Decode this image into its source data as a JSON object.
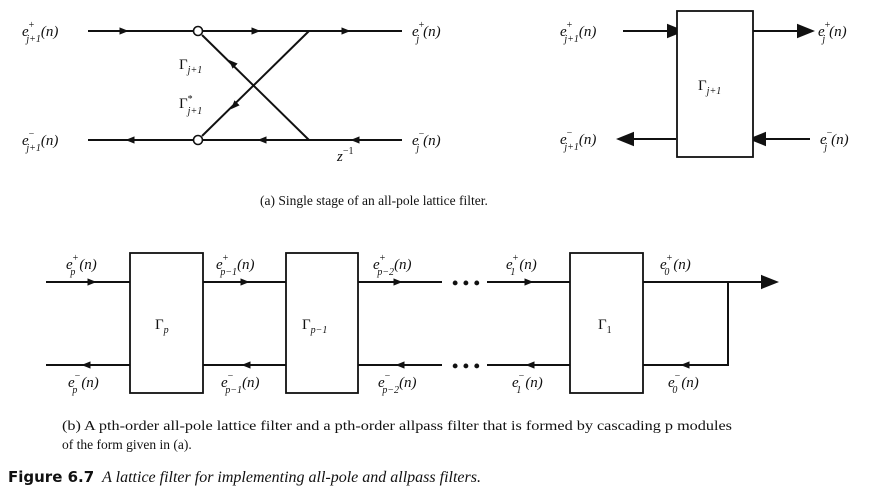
{
  "part_a": {
    "caption": "(a) Single stage of an all-pole lattice filter.",
    "signal_flow": {
      "inputs_outputs": [
        {
          "base": "e",
          "sup": "+",
          "sub": "j+1",
          "arg": "(n)"
        },
        {
          "base": "e",
          "sup": "+",
          "sub": "j",
          "arg": "(n)"
        },
        {
          "base": "e",
          "sup": "−",
          "sub": "j+1",
          "arg": "(n)"
        },
        {
          "base": "e",
          "sup": "−",
          "sub": "j",
          "arg": "(n)"
        }
      ],
      "gain_forward": {
        "symbol": "Γ",
        "sub": "j+1"
      },
      "gain_backward": {
        "symbol": "Γ",
        "sup": "*",
        "sub": "j+1"
      },
      "delay": {
        "base": "z",
        "sup": "−1"
      }
    },
    "block": {
      "label": {
        "symbol": "Γ",
        "sub": "j+1"
      },
      "ports": [
        {
          "base": "e",
          "sup": "+",
          "sub": "j+1",
          "arg": "(n)"
        },
        {
          "base": "e",
          "sup": "+",
          "sub": "j",
          "arg": "(n)"
        },
        {
          "base": "e",
          "sup": "−",
          "sub": "j+1",
          "arg": "(n)"
        },
        {
          "base": "e",
          "sup": "−",
          "sub": "j",
          "arg": "(n)"
        }
      ]
    }
  },
  "part_b": {
    "blocks": [
      {
        "symbol": "Γ",
        "sub": "p"
      },
      {
        "symbol": "Γ",
        "sub": "p−1"
      },
      {
        "symbol": "Γ",
        "sub": "1"
      }
    ],
    "top_labels": [
      {
        "base": "e",
        "sup": "+",
        "sub": "p",
        "arg": "(n)"
      },
      {
        "base": "e",
        "sup": "+",
        "sub": "p−1",
        "arg": "(n)"
      },
      {
        "base": "e",
        "sup": "+",
        "sub": "p−2",
        "arg": "(n)"
      },
      {
        "base": "e",
        "sup": "+",
        "sub": "1",
        "arg": "(n)"
      },
      {
        "base": "e",
        "sup": "+",
        "sub": "0",
        "arg": "(n)"
      }
    ],
    "bottom_labels": [
      {
        "base": "e",
        "sup": "−",
        "sub": "p",
        "arg": "(n)"
      },
      {
        "base": "e",
        "sup": "−",
        "sub": "p−1",
        "arg": "(n)"
      },
      {
        "base": "e",
        "sup": "−",
        "sub": "p−2",
        "arg": "(n)"
      },
      {
        "base": "e",
        "sup": "−",
        "sub": "1",
        "arg": "(n)"
      },
      {
        "base": "e",
        "sup": "−",
        "sub": "0",
        "arg": "(n)"
      }
    ],
    "ellipsis": "• • •",
    "caption_line1": "(b) A pth-order all-pole lattice filter and a pth-order allpass filter that is formed by cascading p modules",
    "caption_line2": "of the form given in (a)."
  },
  "figure": {
    "number": "Figure 6.7",
    "title": "A lattice filter for implementing all-pole and allpass filters."
  }
}
